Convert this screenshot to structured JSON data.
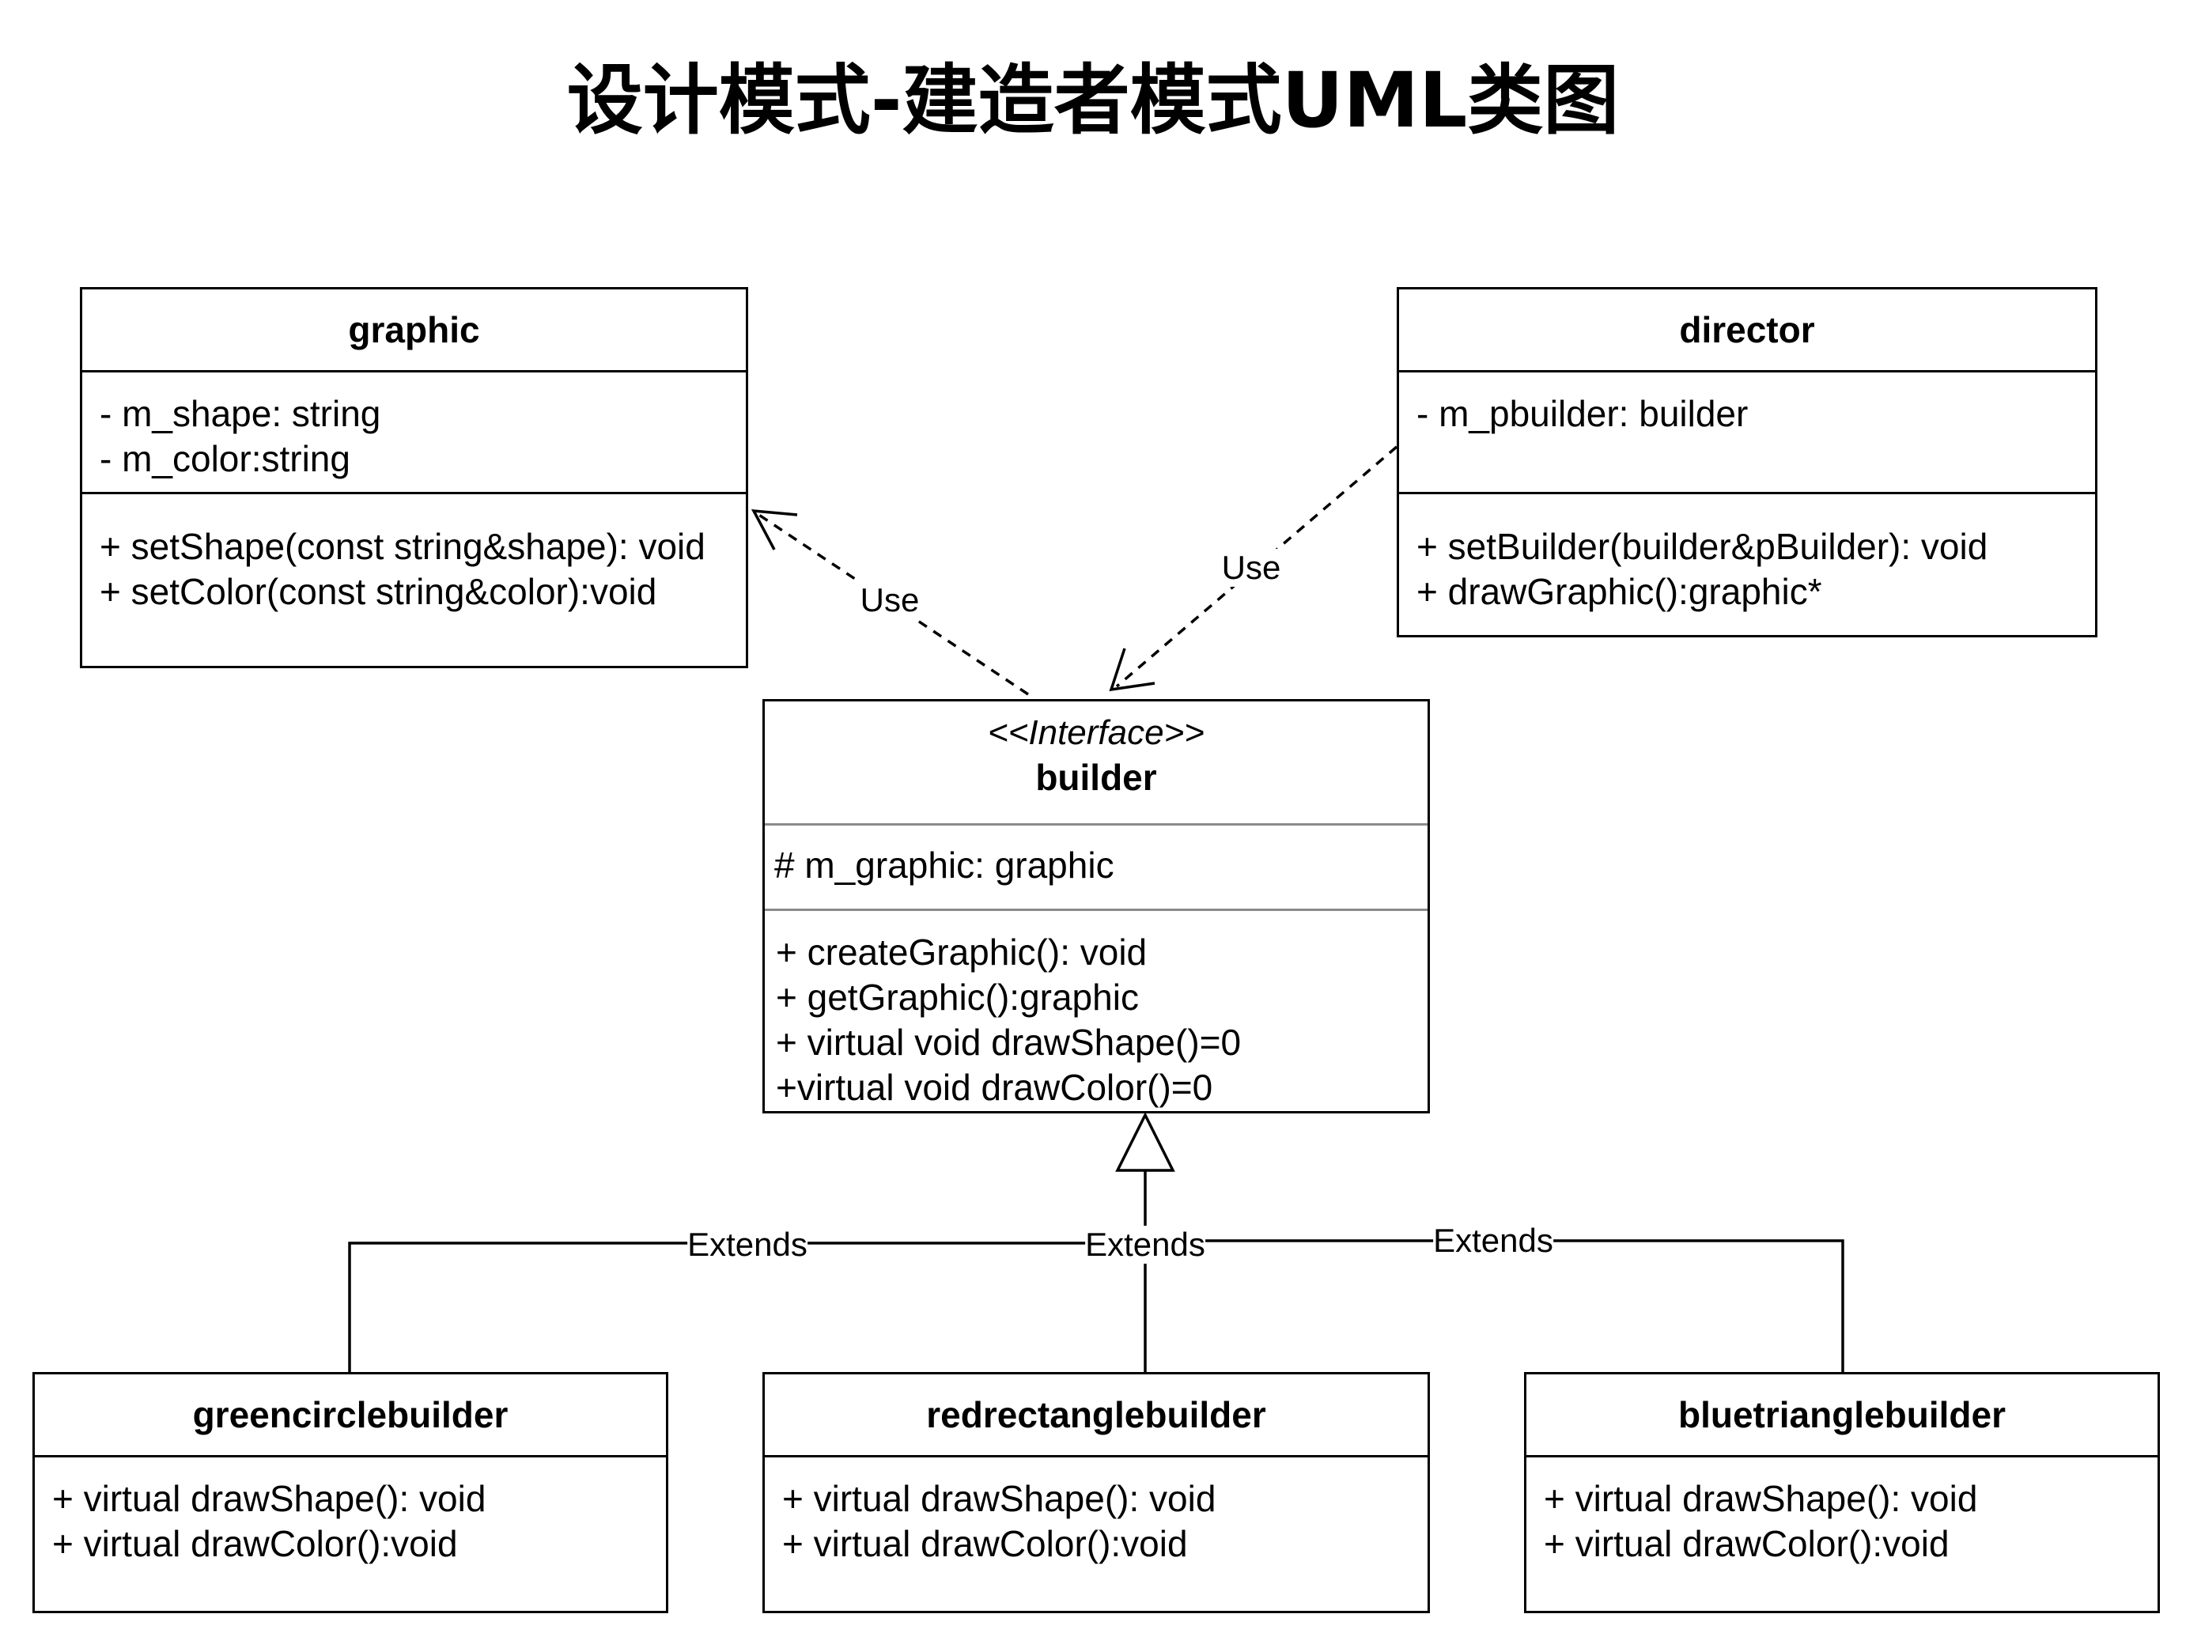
{
  "title": "设计模式-建造者模式UML类图",
  "classes": {
    "graphic": {
      "name": "graphic",
      "attributes": [
        "- m_shape: string",
        "- m_color:string"
      ],
      "methods": [
        "+ setShape(const string&shape): void",
        "+ setColor(const string&color):void"
      ]
    },
    "director": {
      "name": "director",
      "attributes": [
        "- m_pbuilder: builder"
      ],
      "methods": [
        "+ setBuilder(builder&pBuilder): void",
        "+ drawGraphic():graphic*"
      ]
    },
    "builder": {
      "stereotype": "<<Interface>>",
      "name": "builder",
      "attributes": [
        "# m_graphic: graphic"
      ],
      "methods": [
        "+ createGraphic(): void",
        "+ getGraphic():graphic",
        "+ virtual void drawShape()=0",
        "+virtual void drawColor()=0"
      ]
    },
    "greencirclebuilder": {
      "name": "greencirclebuilder",
      "methods": [
        "+ virtual drawShape(): void",
        "+ virtual drawColor():void"
      ]
    },
    "redrectanglebuilder": {
      "name": "redrectanglebuilder",
      "methods": [
        "+ virtual drawShape(): void",
        "+ virtual drawColor():void"
      ]
    },
    "bluetrianglebuilder": {
      "name": "bluetrianglebuilder",
      "methods": [
        "+ virtual drawShape(): void",
        "+ virtual drawColor():void"
      ]
    }
  },
  "relations": {
    "use_graphic": "Use",
    "use_director": "Use",
    "extends_green": "Extends",
    "extends_red": "Extends",
    "extends_blue": "Extends"
  }
}
